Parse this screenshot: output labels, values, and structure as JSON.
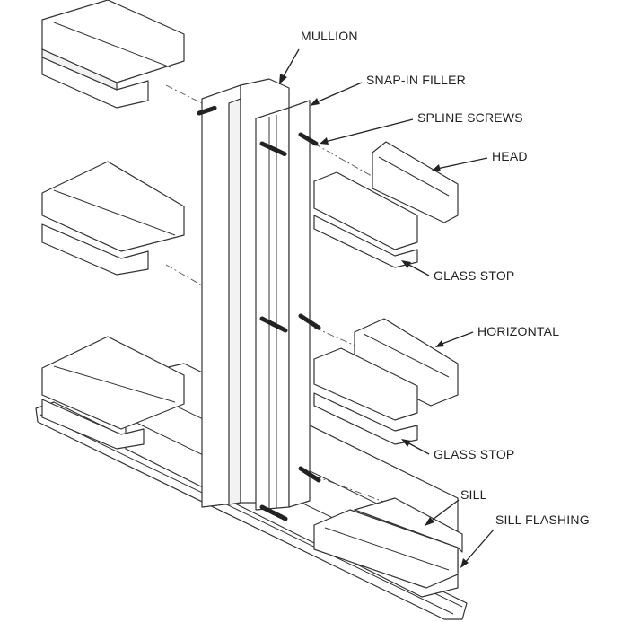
{
  "labels": {
    "mullion": "MULLION",
    "snap_in_filler": "SNAP-IN FILLER",
    "spline_screws": "SPLINE SCREWS",
    "head": "HEAD",
    "glass_stop_upper": "GLASS STOP",
    "horizontal": "HORIZONTAL",
    "glass_stop_lower": "GLASS STOP",
    "sill": "SILL",
    "sill_flashing": "SILL FLASHING"
  }
}
